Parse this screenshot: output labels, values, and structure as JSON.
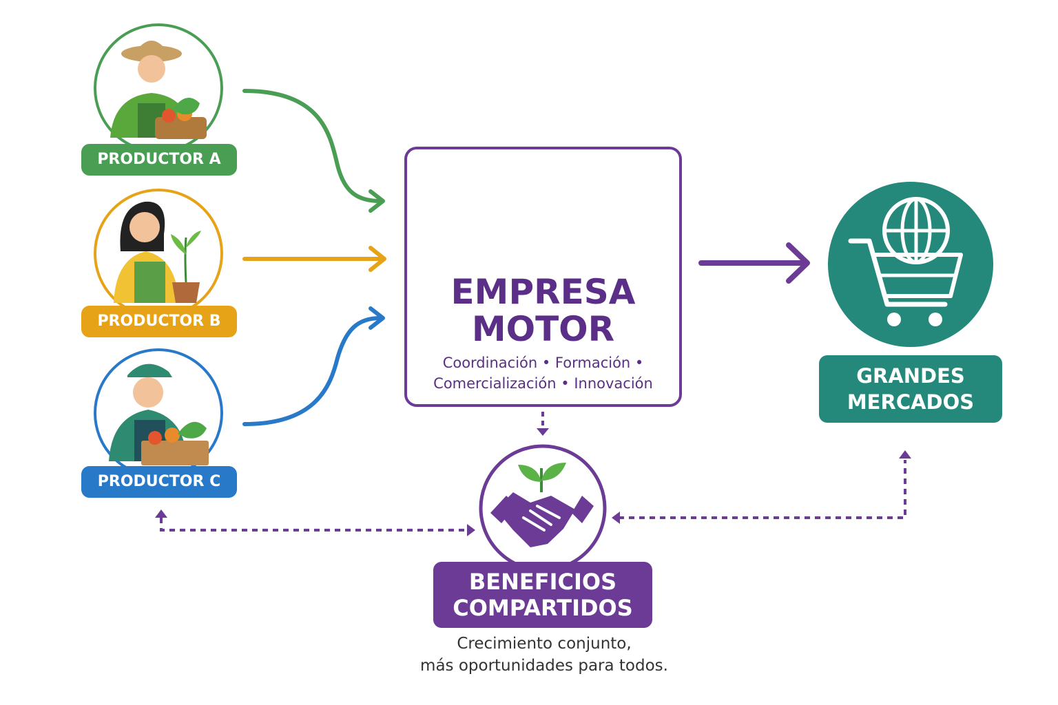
{
  "producers": [
    {
      "label": "PRODUCTOR A",
      "color": "#4a9e54"
    },
    {
      "label": "PRODUCTOR B",
      "color": "#e6a317"
    },
    {
      "label": "PRODUCTOR C",
      "color": "#2979c9"
    }
  ],
  "center": {
    "title_line1": "EMPRESA",
    "title_line2": "MOTOR",
    "services_line1": "Coordinación • Formación •",
    "services_line2": "Comercialización • Innovación",
    "color": "#5b2f88"
  },
  "markets": {
    "line1": "GRANDES",
    "line2": "MERCADOS",
    "color": "#24897b"
  },
  "benefits": {
    "line1": "BENEFICIOS",
    "line2": "COMPARTIDOS",
    "color": "#6b3b96",
    "caption_line1": "Crecimiento conjunto,",
    "caption_line2": "más oportunidades para todos."
  }
}
